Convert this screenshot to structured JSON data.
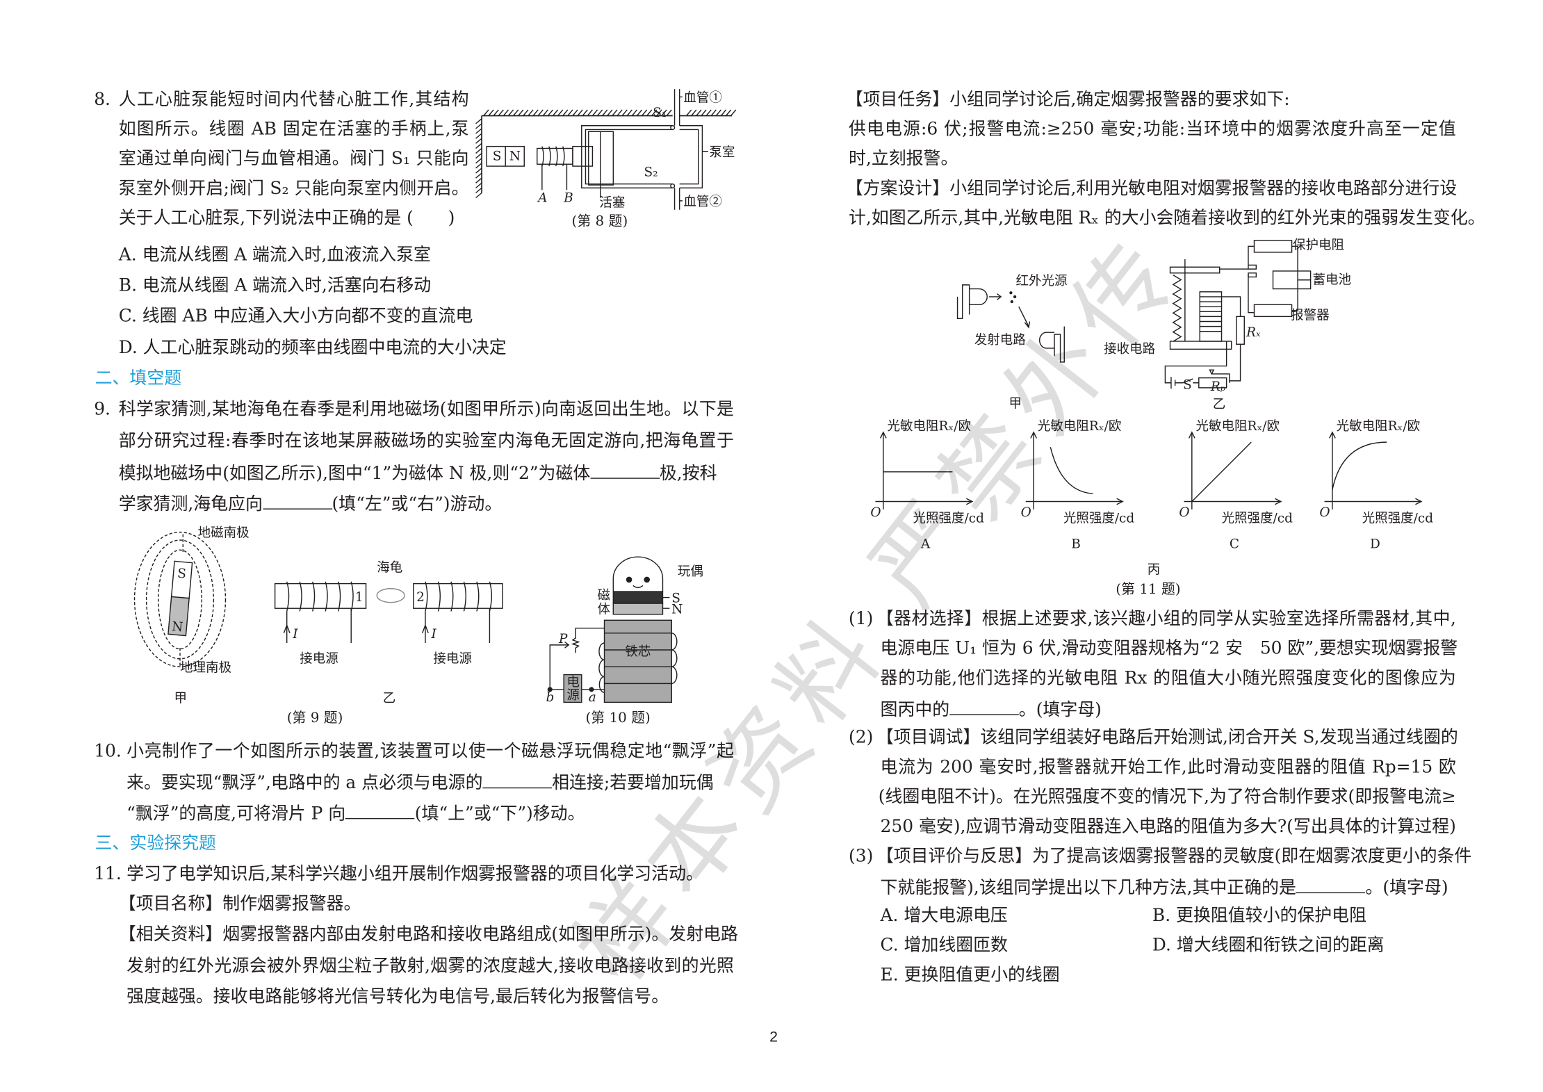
{
  "page_number": "2",
  "watermark": "样本资料 严禁外传",
  "q8": {
    "number": "8.",
    "lines": [
      "人工心脏泵能短时间内代替心脏工作,其结构",
      "如图所示。线圈 AB 固定在活塞的手柄上,泵",
      "室通过单向阀门与血管相通。阀门 S₁ 只能向",
      "泵室外侧开启;阀门 S₂ 只能向泵室内侧开启。",
      "关于人工心脏泵,下列说法中正确的是 (　　)"
    ],
    "options": [
      "A. 电流从线圈 A 端流入时,血液流入泵室",
      "B. 电流从线圈 A 端流入时,活塞向右移动",
      "C. 线圈 AB 中应通入大小方向都不变的直流电",
      "D. 人工心脏泵跳动的频率由线圈中电流的大小决定"
    ],
    "figure": {
      "vessel1": "血管①",
      "vessel2": "血管②",
      "chamber": "泵室",
      "piston": "活塞",
      "s1": "S₁",
      "s2": "S₂",
      "a": "A",
      "b": "B",
      "mag_s": "S",
      "mag_n": "N",
      "caption": "(第 8 题)"
    }
  },
  "section2": "二、填空题",
  "q9": {
    "number": "9.",
    "line1": "科学家猜测,某地海龟在春季是利用地磁场(如图甲所示)向南返回出生地。以下是",
    "line2": "部分研究过程:春季时在该地某屏蔽磁场的实验室内海龟无固定游向,把海龟置于",
    "line3a": "模拟地磁场中(如图乙所示),图中“1”为磁体 N 极,则“2”为磁体",
    "line3b": "极,按科",
    "line4a": "学家猜测,海龟应向",
    "line4b": "(填“左”或“右”)游动。",
    "figure": {
      "geo_mag_south": "地磁南极",
      "geo_south": "地理南极",
      "mag_s": "S",
      "mag_n": "N",
      "jia": "甲",
      "turtle": "海龟",
      "coil1": "1",
      "coil2": "2",
      "current": "I",
      "power1": "接电源",
      "power2": "接电源",
      "yi": "乙",
      "caption": "(第 9 题)"
    }
  },
  "q10": {
    "number": "10.",
    "line1": "小亮制作了一个如图所示的装置,该装置可以使一个磁悬浮玩偶稳定地“飘浮”起",
    "line2a": "来。要实现“飘浮”,电路中的 a 点必须与电源的",
    "line2b": "相连接;若要增加玩偶",
    "line3a": "“飘浮”的高度,可将滑片 P 向",
    "line3b": "(填“上”或“下”)移动。",
    "figure": {
      "doll": "玩偶",
      "magnet1": "磁",
      "magnet2": "体",
      "s": "S",
      "n": "N",
      "core": "铁芯",
      "p": "P",
      "power1": "电",
      "power2": "源",
      "a": "a",
      "b": "b",
      "caption": "(第 10 题)"
    }
  },
  "section3": "三、实验探究题",
  "q11": {
    "number": "11.",
    "intro": "学习了电学知识后,某科学兴趣小组开展制作烟雾报警器的项目化学习活动。",
    "name": "【项目名称】制作烟雾报警器。",
    "info1": "【相关资料】烟雾报警器内部由发射电路和接收电路组成(如图甲所示)。发射电路",
    "info2": "发射的红外光源会被外界烟尘粒子散射,烟雾的浓度越大,接收电路接收到的光照",
    "info3": "强度越强。接收电路能够将光信号转化为电信号,最后转化为报警信号。",
    "task1": "【项目任务】小组同学讨论后,确定烟雾报警器的要求如下:",
    "task2": "供电电源:6 伏;报警电流:≥250 毫安;功能:当环境中的烟雾浓度升高至一定值",
    "task3": "时,立刻报警。",
    "design1": "【方案设计】小组同学讨论后,利用光敏电阻对烟雾报警器的接收电路部分进行设",
    "design2": "计,如图乙所示,其中,光敏电阻 Rₓ 的大小会随着接收到的红外光束的强弱发生变化。",
    "figure": {
      "ir_source": "红外光源",
      "emit_circuit": "发射电路",
      "jia": "甲",
      "protect_resistor": "保护电阻",
      "battery": "蓄电池",
      "alarm": "报警器",
      "rx": "Rₓ",
      "receive_circuit": "接收电路",
      "s": "S",
      "rp": "Rₚ",
      "yi": "乙",
      "bing": "丙",
      "caption": "(第 11 题)",
      "graphs": [
        {
          "label": "A",
          "ylabel": "光敏电阻Rₓ/欧",
          "xlabel": "光照强度/cd",
          "origin": "O",
          "shape": "constant"
        },
        {
          "label": "B",
          "ylabel": "光敏电阻Rₓ/欧",
          "xlabel": "光照强度/cd",
          "origin": "O",
          "shape": "decreasing"
        },
        {
          "label": "C",
          "ylabel": "光敏电阻Rₓ/欧",
          "xlabel": "光照强度/cd",
          "origin": "O",
          "shape": "linear-increasing"
        },
        {
          "label": "D",
          "ylabel": "光敏电阻Rₓ/欧",
          "xlabel": "光照强度/cd",
          "origin": "O",
          "shape": "saturating-increasing"
        }
      ]
    },
    "sub1": {
      "label": "(1)",
      "l1": "【器材选择】根据上述要求,该兴趣小组的同学从实验室选择所需器材,其中,",
      "l2": "电源电压 U₁ 恒为 6 伏,滑动变阻器规格为“2 安　50 欧”,要想实现烟雾报警",
      "l3": "器的功能,他们选择的光敏电阻 Rx 的阻值大小随光照强度变化的图像应为",
      "l4a": "图丙中的",
      "l4b": "。(填字母)"
    },
    "sub2": {
      "label": "(2)",
      "l1": "【项目调试】该组同学组装好电路后开始测试,闭合开关 S,发现当通过线圈的",
      "l2": "电流为 200 毫安时,报警器就开始工作,此时滑动变阻器的阻值 Rp=15 欧",
      "l3": "(线圈电阻不计)。在光照强度不变的情况下,为了符合制作要求(即报警电流≥",
      "l4": "250 毫安),应调节滑动变阻器连入电路的阻值为多大?(写出具体的计算过程)"
    },
    "sub3": {
      "label": "(3)",
      "l1": "【项目评价与反思】为了提高该烟雾报警器的灵敏度(即在烟雾浓度更小的条件",
      "l2a": "下就能报警),该组同学提出以下几种方法,其中正确的是",
      "l2b": "。(填字母)",
      "options": [
        "A. 增大电源电压",
        "B. 更换阻值较小的保护电阻",
        "C. 增加线圈匝数",
        "D. 增大线圈和衔铁之间的距离",
        "E. 更换阻值更小的线圈"
      ]
    }
  }
}
